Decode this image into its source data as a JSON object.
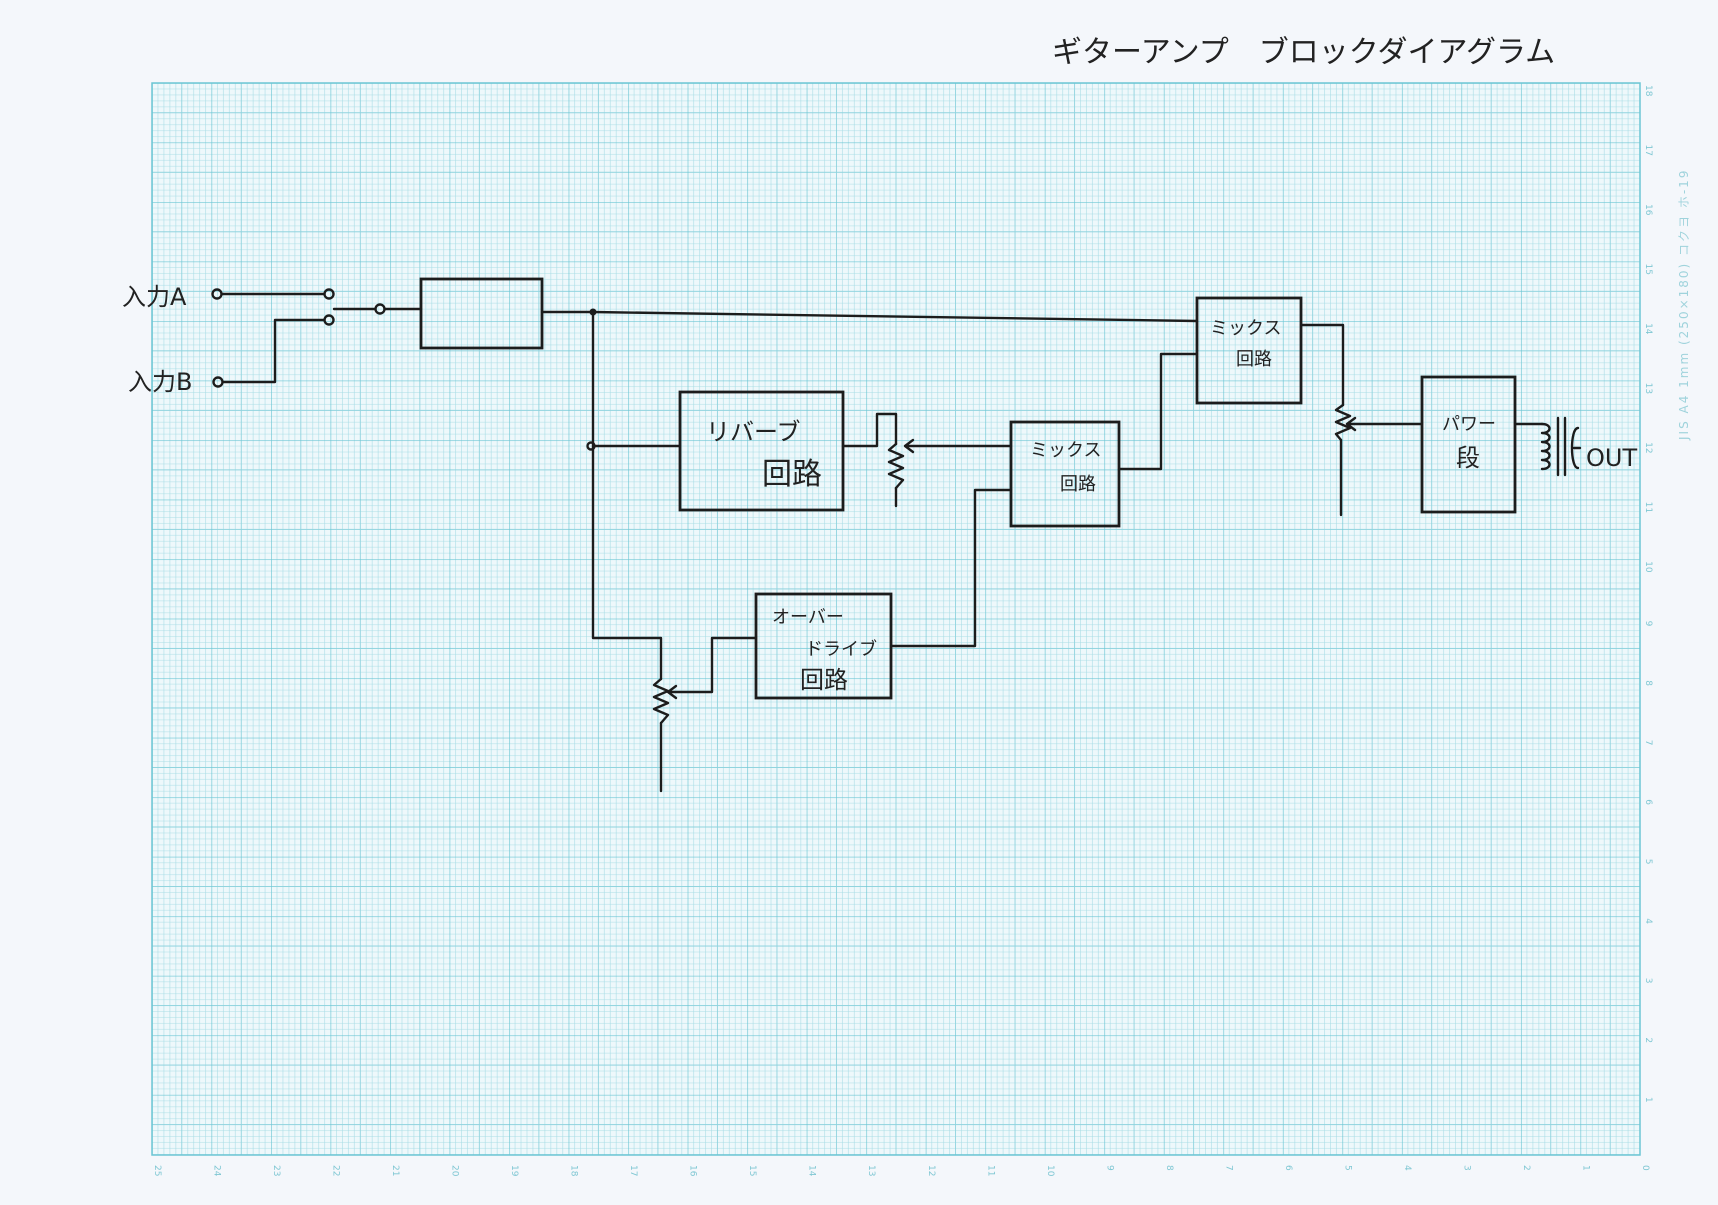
{
  "title": "ギターアンプ　ブロックダイアグラム",
  "paper": {
    "spec": "JIS A4  1mm (250×180)  コクヨ  ホ-19",
    "bottom_ruler": [
      "25",
      "24",
      "23",
      "22",
      "21",
      "20",
      "19",
      "18",
      "17",
      "16",
      "15",
      "14",
      "13",
      "12",
      "11",
      "10",
      "9",
      "8",
      "7",
      "6",
      "5",
      "4",
      "3",
      "2",
      "1",
      "0"
    ],
    "right_ruler": [
      "18",
      "17",
      "16",
      "15",
      "14",
      "13",
      "12",
      "11",
      "10",
      "9",
      "8",
      "7",
      "6",
      "5",
      "4",
      "3",
      "2",
      "1"
    ],
    "grid_color": "#7fd0dc"
  },
  "inputs": {
    "a": "入力A",
    "b": "入力B"
  },
  "blocks": {
    "preamp": "",
    "reverb": {
      "line1": "リバーブ",
      "line2": "回路"
    },
    "overdrive": {
      "line1": "オーバー",
      "line2": "ドライブ",
      "line2b": "",
      "line3": "回路"
    },
    "mix1": {
      "line1": "ミックス",
      "line2": "回路"
    },
    "mix2": {
      "line1": "ミックス",
      "line2": "回路"
    },
    "power": {
      "line1": "パワー",
      "line2": "段"
    }
  },
  "output": "OUT"
}
